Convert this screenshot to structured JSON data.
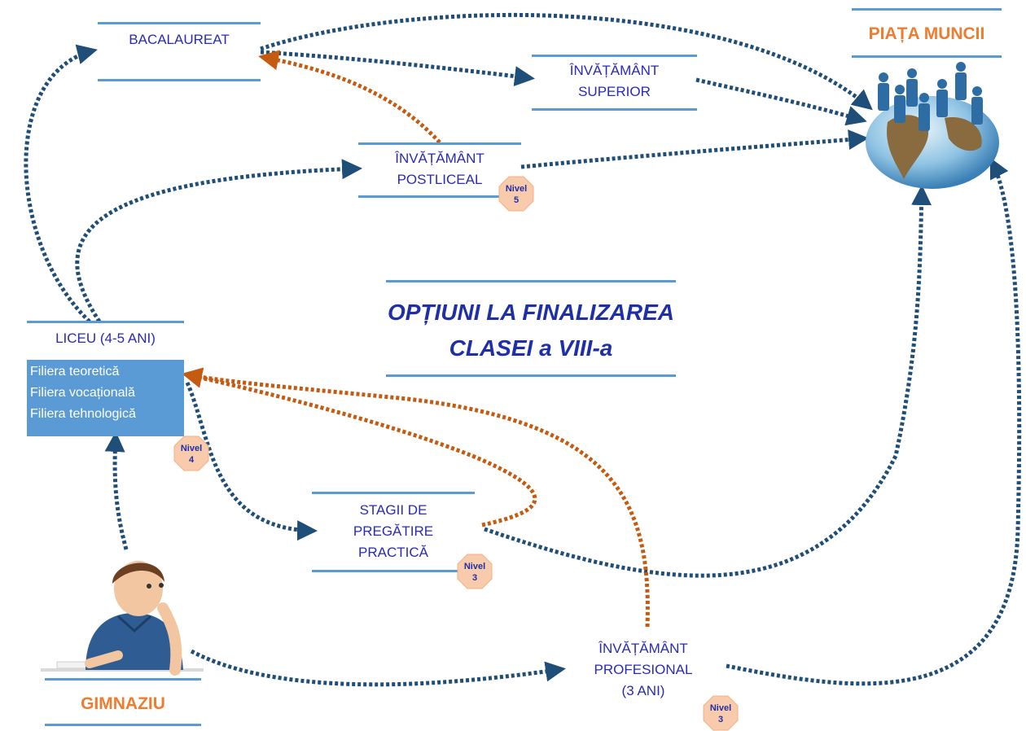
{
  "nodes": {
    "bacalaureat": "BACALAUREAT",
    "invatamant_superior": [
      "ÎNVĂȚĂMÂNT",
      "SUPERIOR"
    ],
    "invatamant_postliceal": [
      "ÎNVĂȚĂMÂNT",
      "POSTLICEAL"
    ],
    "piata_muncii": "PIAȚA MUNCII",
    "liceu": "LICEU (4-5 ANI)",
    "filiere": [
      "Filiera teoretică",
      "Filiera vocațională",
      "Filiera tehnologică"
    ],
    "stagii": [
      "STAGII DE",
      "PREGĂTIRE",
      "PRACTICĂ"
    ],
    "invatamant_profesional": [
      "ÎNVĂȚĂMÂNT",
      "PROFESIONAL",
      "(3 ANI)"
    ],
    "gimnaziu": "GIMNAZIU"
  },
  "title": [
    "OPȚIUNI LA FINALIZAREA",
    "CLASEI a VIII-a"
  ],
  "nivel_badges": {
    "postliceal": [
      "Nivel",
      "5"
    ],
    "liceu": [
      "Nivel",
      "4"
    ],
    "stagii": [
      "Nivel",
      "3"
    ],
    "profesional": [
      "Nivel",
      "3"
    ]
  },
  "colors": {
    "accent_blue": "#5b9bd5",
    "arrow_blue": "#1f4e79",
    "arrow_orange": "#c55a11",
    "label_orange": "#ed7d31",
    "text_blue": "#2a2ab8",
    "badge_fill": "#f8cbad"
  },
  "icons": {
    "world": "globe-with-business-people-icon",
    "student": "thinking-boy-student-icon"
  }
}
